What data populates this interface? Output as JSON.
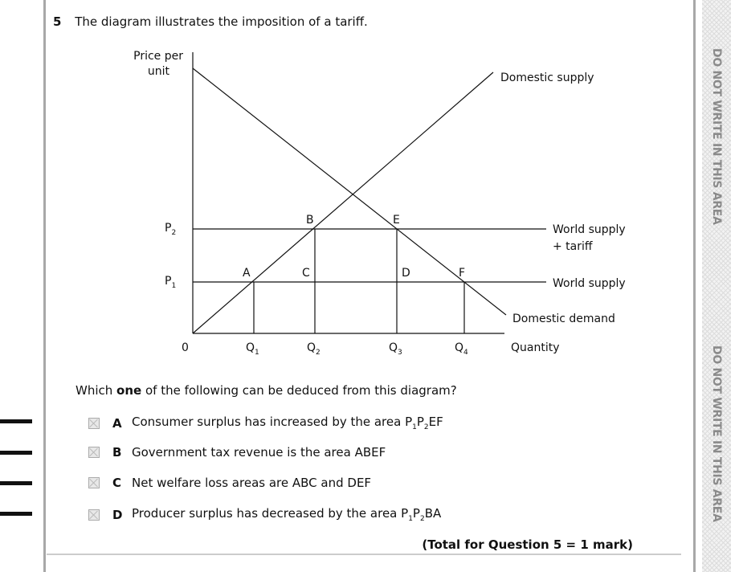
{
  "question": {
    "number": "5",
    "text": "The diagram illustrates the imposition of a tariff.",
    "prompt_before": "Which ",
    "prompt_bold": "one",
    "prompt_after": " of the following can be deduced from this diagram?",
    "total": "(Total for Question 5 = 1 mark)"
  },
  "diagram": {
    "y_axis_label_1": "Price per",
    "y_axis_label_2": "unit",
    "x_axis_label": "Quantity",
    "origin": "0",
    "p2": "P",
    "p2_sub": "2",
    "p1": "P",
    "p1_sub": "1",
    "q1": "Q",
    "q1_sub": "1",
    "q2": "Q",
    "q2_sub": "2",
    "q3": "Q",
    "q3_sub": "3",
    "q4": "Q",
    "q4_sub": "4",
    "points": {
      "A": "A",
      "B": "B",
      "C": "C",
      "D": "D",
      "E": "E",
      "F": "F"
    },
    "domestic_supply": "Domestic supply",
    "world_supply_tariff_1": "World supply",
    "world_supply_tariff_2": "+ tariff",
    "world_supply": "World supply",
    "domestic_demand": "Domestic demand"
  },
  "options": [
    {
      "letter": "A",
      "text": "Consumer surplus has increased by the area P",
      "s1": "1",
      "m": "P",
      "s2": "2",
      "end": "EF"
    },
    {
      "letter": "B",
      "text": "Government tax revenue is the area ABEF"
    },
    {
      "letter": "C",
      "text": "Net welfare loss areas are ABC and DEF"
    },
    {
      "letter": "D",
      "text": "Producer surplus has decreased by the area P",
      "s1": "1",
      "m": "P",
      "s2": "2",
      "end": "BA"
    }
  ],
  "margin": {
    "warning_top": "DO NOT WRITE IN THIS AREA",
    "warning_bottom": "DO NOT WRITE IN THIS AREA"
  }
}
